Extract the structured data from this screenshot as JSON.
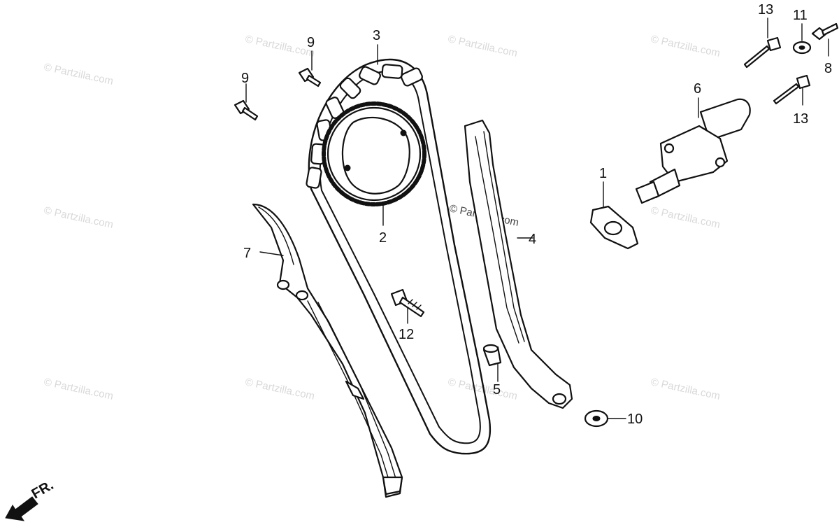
{
  "watermark_text": "© Partzilla.com",
  "direction_label": "FR.",
  "callouts": [
    {
      "id": "c1",
      "text": "1"
    },
    {
      "id": "c2",
      "text": "2"
    },
    {
      "id": "c3",
      "text": "3"
    },
    {
      "id": "c4",
      "text": "4"
    },
    {
      "id": "c5",
      "text": "5"
    },
    {
      "id": "c6",
      "text": "6"
    },
    {
      "id": "c7",
      "text": "7"
    },
    {
      "id": "c8",
      "text": "8"
    },
    {
      "id": "c9a",
      "text": "9"
    },
    {
      "id": "c9b",
      "text": "9"
    },
    {
      "id": "c10",
      "text": "10"
    },
    {
      "id": "c11",
      "text": "11"
    },
    {
      "id": "c12",
      "text": "12"
    },
    {
      "id": "c13a",
      "text": "13"
    },
    {
      "id": "c13b",
      "text": "13"
    }
  ]
}
